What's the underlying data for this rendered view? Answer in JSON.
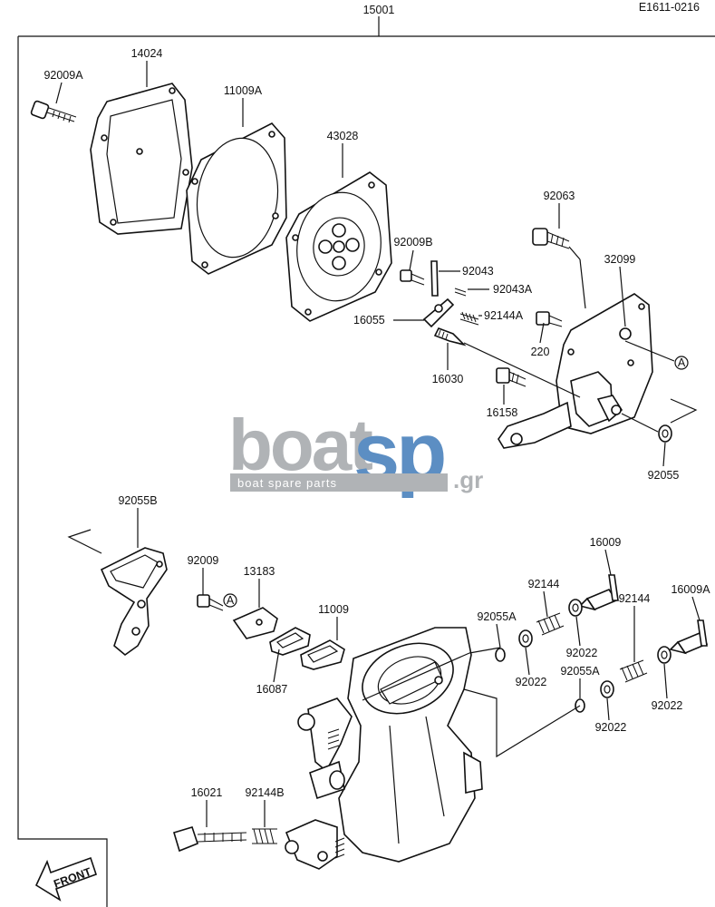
{
  "drawing_id": "E1611-0216",
  "assembly_number": "15001",
  "parts": [
    {
      "id": "p-92009A",
      "label": "92009A"
    },
    {
      "id": "p-14024",
      "label": "14024"
    },
    {
      "id": "p-11009A",
      "label": "11009A"
    },
    {
      "id": "p-43028",
      "label": "43028"
    },
    {
      "id": "p-92063",
      "label": "92063"
    },
    {
      "id": "p-32099",
      "label": "32099"
    },
    {
      "id": "p-92009B",
      "label": "92009B"
    },
    {
      "id": "p-92043",
      "label": "92043"
    },
    {
      "id": "p-92043A",
      "label": "92043A"
    },
    {
      "id": "p-16055",
      "label": "16055"
    },
    {
      "id": "p-92144A",
      "label": "92144A"
    },
    {
      "id": "p-220",
      "label": "220"
    },
    {
      "id": "p-16030",
      "label": "16030"
    },
    {
      "id": "p-16158",
      "label": "16158"
    },
    {
      "id": "p-92055",
      "label": "92055"
    },
    {
      "id": "p-92055B",
      "label": "92055B"
    },
    {
      "id": "p-92009",
      "label": "92009"
    },
    {
      "id": "p-13183",
      "label": "13183"
    },
    {
      "id": "p-11009",
      "label": "11009"
    },
    {
      "id": "p-16087",
      "label": "16087"
    },
    {
      "id": "p-16009",
      "label": "16009"
    },
    {
      "id": "p-16009A",
      "label": "16009A"
    },
    {
      "id": "p-92144-1",
      "label": "92144"
    },
    {
      "id": "p-92144-2",
      "label": "92144"
    },
    {
      "id": "p-92055A-1",
      "label": "92055A"
    },
    {
      "id": "p-92055A-2",
      "label": "92055A"
    },
    {
      "id": "p-92022-1",
      "label": "92022"
    },
    {
      "id": "p-92022-2",
      "label": "92022"
    },
    {
      "id": "p-92022-3",
      "label": "92022"
    },
    {
      "id": "p-92022-4",
      "label": "92022"
    },
    {
      "id": "p-16021",
      "label": "16021"
    },
    {
      "id": "p-92144B",
      "label": "92144B"
    }
  ],
  "reference_mark": "A",
  "front_label": "FRONT",
  "watermark": {
    "brand_part1": "boat",
    "brand_part2": "sp",
    "suffix": ".gr",
    "tagline": "boat spare parts"
  }
}
